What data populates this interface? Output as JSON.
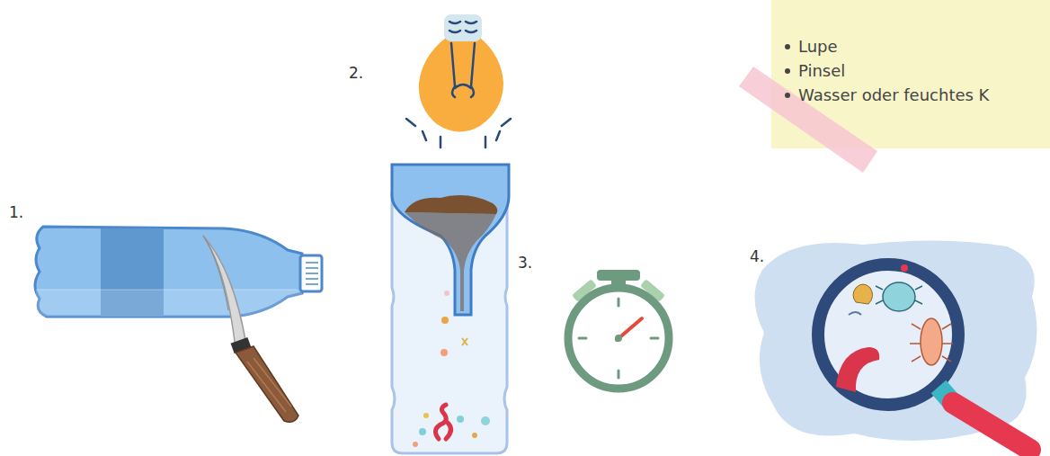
{
  "diagram": {
    "nodes": [
      {
        "text": [
          "Lupe",
          "Pinsel",
          "Wasser oder feuchtes K"
        ]
      }
    ],
    "labels": [
      "1.",
      "2.",
      "3.",
      "4."
    ]
  }
}
